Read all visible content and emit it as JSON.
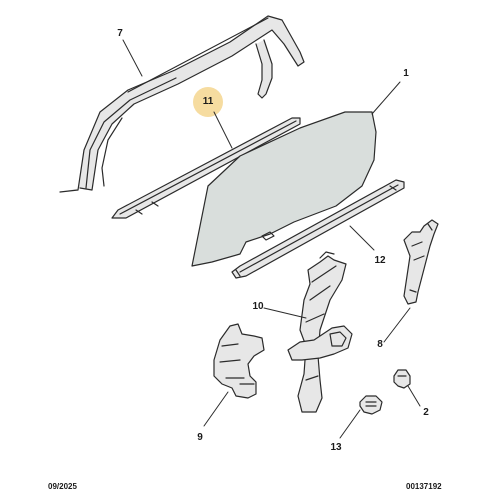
{
  "callouts": {
    "p1": "1",
    "p2": "2",
    "p7": "7",
    "p8": "8",
    "p9": "9",
    "p10": "10",
    "p11": "11",
    "p12": "12",
    "p13": "13"
  },
  "highlighted_callout": "11",
  "colors": {
    "line": "#2b2b2b",
    "glass_fill": "#d9dedc",
    "part_fill": "#e7e7e7",
    "highlight": "#f6dca0"
  },
  "footer": {
    "date": "09/2025",
    "ref": "00137192"
  }
}
